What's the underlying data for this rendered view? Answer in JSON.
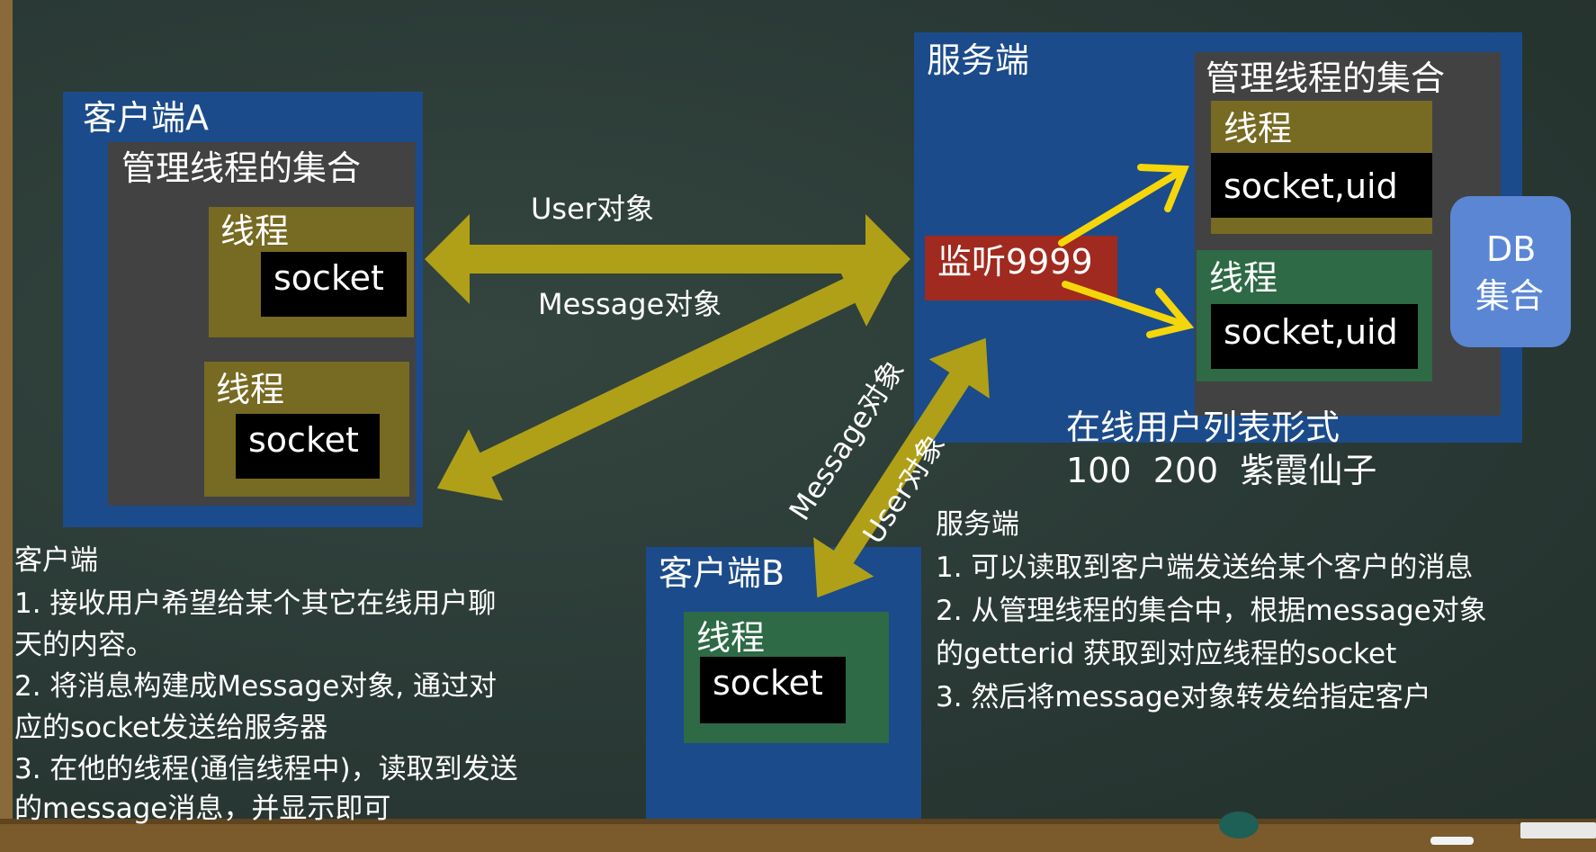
{
  "client_a": {
    "title": "客户端A",
    "collection_title": "管理线程的集合",
    "thread1_label": "线程",
    "thread1_socket": "socket",
    "thread2_label": "线程",
    "thread2_socket": "socket"
  },
  "server": {
    "title": "服务端",
    "listen_label": "监听9999",
    "collection_title": "管理线程的集合",
    "thread1_label": "线程",
    "thread1_socket": "socket,uid",
    "thread2_label": "线程",
    "thread2_socket": "socket,uid",
    "online_list_label": "在线用户列表形式",
    "online_list_example": "100  200  紫霞仙子"
  },
  "db": {
    "line1": "DB",
    "line2": "集合"
  },
  "client_b": {
    "title": "客户端B",
    "thread_label": "线程",
    "thread_socket": "socket"
  },
  "arrows": {
    "user_obj": "User对象",
    "message_obj": "Message对象",
    "diag_message": "Message对象",
    "diag_user": "User对象"
  },
  "client_notes": {
    "heading": "客户端",
    "lines": [
      "1. 接收用户希望给某个其它在线用户聊",
      "天的内容。",
      "2. 将消息构建成Message对象, 通过对",
      "应的socket发送给服务器",
      "3. 在他的线程(通信线程中)，读取到发送",
      "的message消息，并显示即可"
    ]
  },
  "server_notes": {
    "heading": "服务端",
    "lines": [
      "1. 可以读取到客户端发送给某个客户的消息",
      "2. 从管理线程的集合中，根据message对象",
      "的getterid 获取到对应线程的socket",
      "3. 然后将message对象转发给指定客户"
    ]
  },
  "colors": {
    "board": "#2b3b37",
    "client_box": "#1b4b8a",
    "collection_box": "#424242",
    "thread_olive": "#776a22",
    "thread_green": "#2e6a45",
    "listen_red": "#a02a1f",
    "db_blue": "#5a86d4",
    "arrow_olive": "#b0a018",
    "arrow_yellow": "#f5d60a"
  }
}
